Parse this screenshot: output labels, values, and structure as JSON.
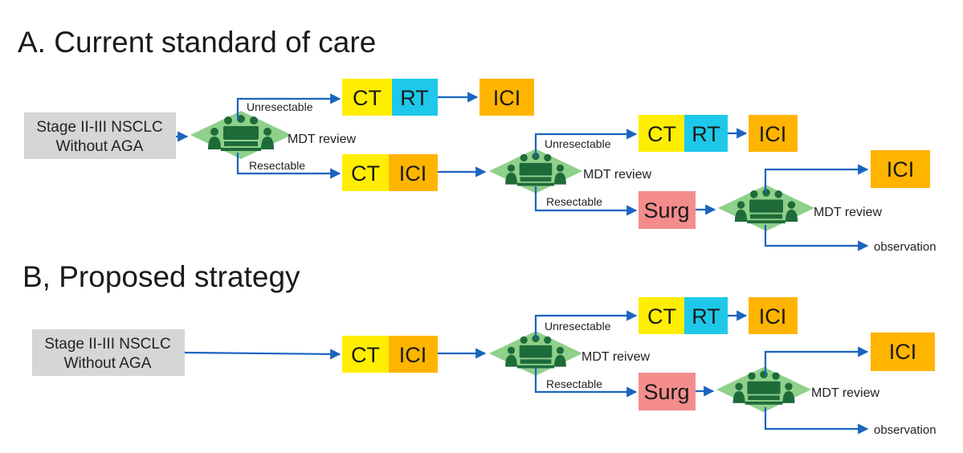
{
  "section_a": {
    "title": "A. Current standard of care",
    "start": [
      "Stage II-III NSCLC",
      "Without AGA"
    ],
    "mdt1": "MDT review",
    "unresectable1": "Unresectable",
    "resectable1": "Resectable",
    "ct1": "CT",
    "rt1": "RT",
    "ici1": "ICI",
    "ct2": "CT",
    "ici2": "ICI",
    "mdt2": "MDT review",
    "unresectable2": "Unresectable",
    "resectable2": "Resectable",
    "ct3": "CT",
    "rt3": "RT",
    "ici3": "ICI",
    "surg": "Surg",
    "mdt3": "MDT review",
    "ici4": "ICI",
    "observation": "observation"
  },
  "section_b": {
    "title": "B, Proposed strategy",
    "start": [
      "Stage II-III NSCLC",
      "Without AGA"
    ],
    "ct1": "CT",
    "ici1": "ICI",
    "mdt1": "MDT reivew",
    "unresectable": "Unresectable",
    "resectable": "Resectable",
    "ct2": "CT",
    "rt2": "RT",
    "ici2": "ICI",
    "surg": "Surg",
    "mdt2": "MDT review",
    "ici3": "ICI",
    "observation": "observation"
  },
  "colors": {
    "ct": "#ffee00",
    "rt": "#1ec8ea",
    "ici": "#ffb400",
    "surg": "#f48c8c",
    "start": "#d6d6d6",
    "diamond": "#8fd08a",
    "people": "#1e6b3a",
    "arrow": "#1a64c0"
  }
}
